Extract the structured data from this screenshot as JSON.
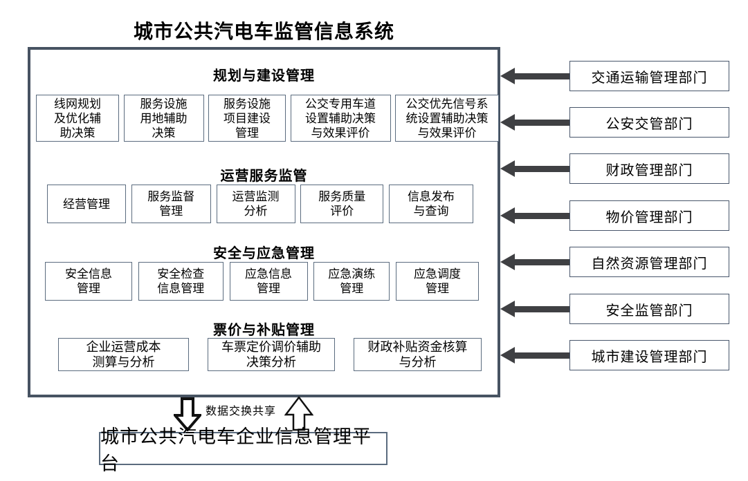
{
  "title": "城市公共汽电车监管信息系统",
  "system": {
    "sections": [
      {
        "heading": "规划与建设管理",
        "boxes": [
          "线网规划\n及优化辅\n助决策",
          "服务设施\n用地辅助\n决策",
          "服务设施\n项目建设\n管理",
          "公交专用车道\n设置辅助决策\n与效果评价",
          "公交优先信号系\n统设置辅助决策\n与效果评价"
        ]
      },
      {
        "heading": "运营服务监管",
        "boxes": [
          "经营管理",
          "服务监督\n管理",
          "运营监测\n分析",
          "服务质量\n评价",
          "信息发布\n与查询"
        ]
      },
      {
        "heading": "安全与应急管理",
        "boxes": [
          "安全信息\n管理",
          "安全检查\n信息管理",
          "应急信息\n管理",
          "应急演练\n管理",
          "应急调度\n管理"
        ]
      },
      {
        "heading": "票价与补贴管理",
        "boxes": [
          "企业运营成本\n测算与分析",
          "车票定价调价辅助\n决策分析",
          "财政补贴资金核算\n与分析"
        ]
      }
    ]
  },
  "departments": [
    "交通运输管理部门",
    "公安交管部门",
    "财政管理部门",
    "物价管理部门",
    "自然资源管理部门",
    "安全监管部门",
    "城市建设管理部门"
  ],
  "exchange": {
    "label": "数据交换共享"
  },
  "platform": {
    "label": "城市公共汽电车企业信息管理平台"
  },
  "colors": {
    "frame_border": "#475362",
    "module_border": "#5a6b7e",
    "arrow": "#3f4043",
    "text": "#000000"
  }
}
